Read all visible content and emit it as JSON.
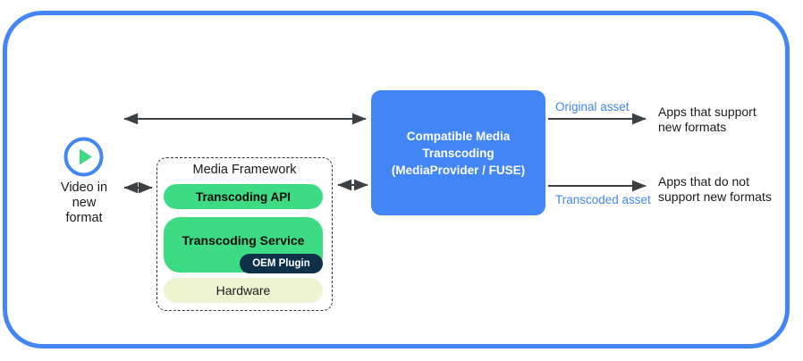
{
  "diagram": {
    "title_visible": false,
    "colors": {
      "frame_blue": "#4285f4",
      "box_blue": "#4285f4",
      "green": "#3ddc84",
      "pale_green": "#eef4d2",
      "navy": "#0e3049",
      "arrow_gray": "#3c4043",
      "text_dark": "#1a1a1a"
    },
    "source": {
      "icon": "play-circle-icon",
      "label": "Video in\nnew\nformat"
    },
    "media_framework": {
      "title": "Media Framework",
      "layers": [
        {
          "label": "Transcoding API",
          "style": "green"
        },
        {
          "label": "Transcoding Service",
          "style": "green"
        },
        {
          "label": "Hardware",
          "style": "pale-green"
        }
      ],
      "badge": {
        "label": "OEM Plugin",
        "style": "navy"
      }
    },
    "central_box": {
      "label": "Compatible Media\nTranscoding\n(MediaProvider / FUSE)"
    },
    "outputs": [
      {
        "asset_label": "Original asset",
        "consumer_label": "Apps that support\nnew formats"
      },
      {
        "asset_label": "Transcoded asset",
        "consumer_label": "Apps that do not\nsupport new formats"
      }
    ],
    "connections": [
      {
        "name": "video-to-cmt",
        "type": "double-arrow"
      },
      {
        "name": "video-to-framework",
        "type": "double-arrow"
      },
      {
        "name": "framework-to-cmt",
        "type": "double-arrow"
      },
      {
        "name": "cmt-to-apps-support",
        "type": "single-arrow"
      },
      {
        "name": "cmt-to-apps-nosupport",
        "type": "single-arrow"
      }
    ]
  }
}
